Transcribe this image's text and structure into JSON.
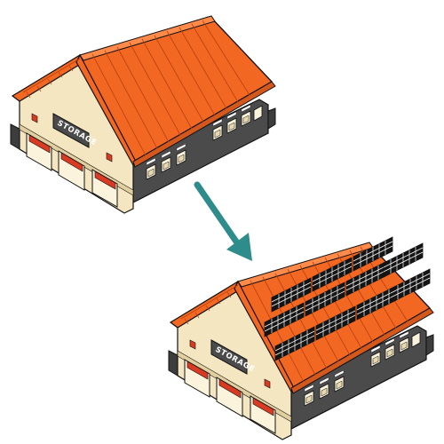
{
  "scene": {
    "colors": {
      "roof": "#f26722",
      "roof_line": "#b8400e",
      "wall_front": "#f3e6c1",
      "wall_side": "#4b4b4b",
      "door": "#d93a22",
      "panel": "#141414",
      "arrow": "#2e8c8b"
    },
    "before": {
      "sign": "STORAGE",
      "door_count": 3,
      "solar_panels": false
    },
    "after": {
      "sign": "STORAGE",
      "door_count": 3,
      "solar_panels": true,
      "panel_rows": 3
    },
    "arrow_icon": "arrow-down-right-icon"
  }
}
